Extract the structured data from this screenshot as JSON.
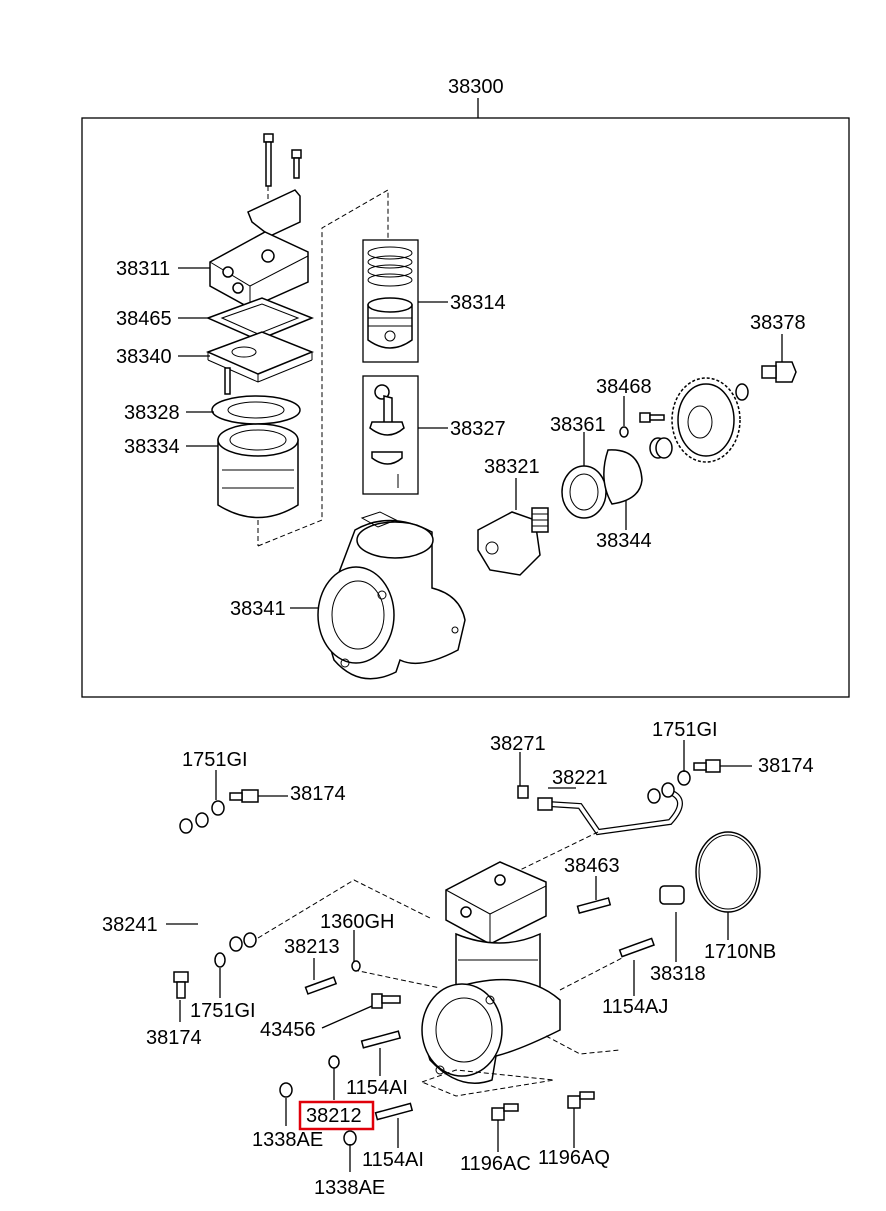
{
  "diagram": {
    "assembly_label": "38300",
    "highlight_color": "#e0000a",
    "labels": {
      "l38311": "38311",
      "l38465": "38465",
      "l38340": "38340",
      "l38328": "38328",
      "l38334": "38334",
      "l38314": "38314",
      "l38327": "38327",
      "l38321": "38321",
      "l38341": "38341",
      "l38361": "38361",
      "l38468": "38468",
      "l38344": "38344",
      "l38378": "38378",
      "l1751gi_left": "1751GI",
      "l38174_left_top": "38174",
      "l38241": "38241",
      "l38174_left_bottom": "38174",
      "l1751gi_left_bottom": "1751GI",
      "l38271": "38271",
      "l38221": "38221",
      "l1751gi_right": "1751GI",
      "l38174_right": "38174",
      "l38463": "38463",
      "l1360gh": "1360GH",
      "l38213": "38213",
      "l43456": "43456",
      "l38318": "38318",
      "l1710nb": "1710NB",
      "l1154aj": "1154AJ",
      "l1154ai_top": "1154AI",
      "l38212": "38212",
      "l1338ae_top": "1338AE",
      "l1154ai_bottom": "1154AI",
      "l1338ae_bottom": "1338AE",
      "l1196ac": "1196AC",
      "l1196aq": "1196AQ"
    }
  }
}
